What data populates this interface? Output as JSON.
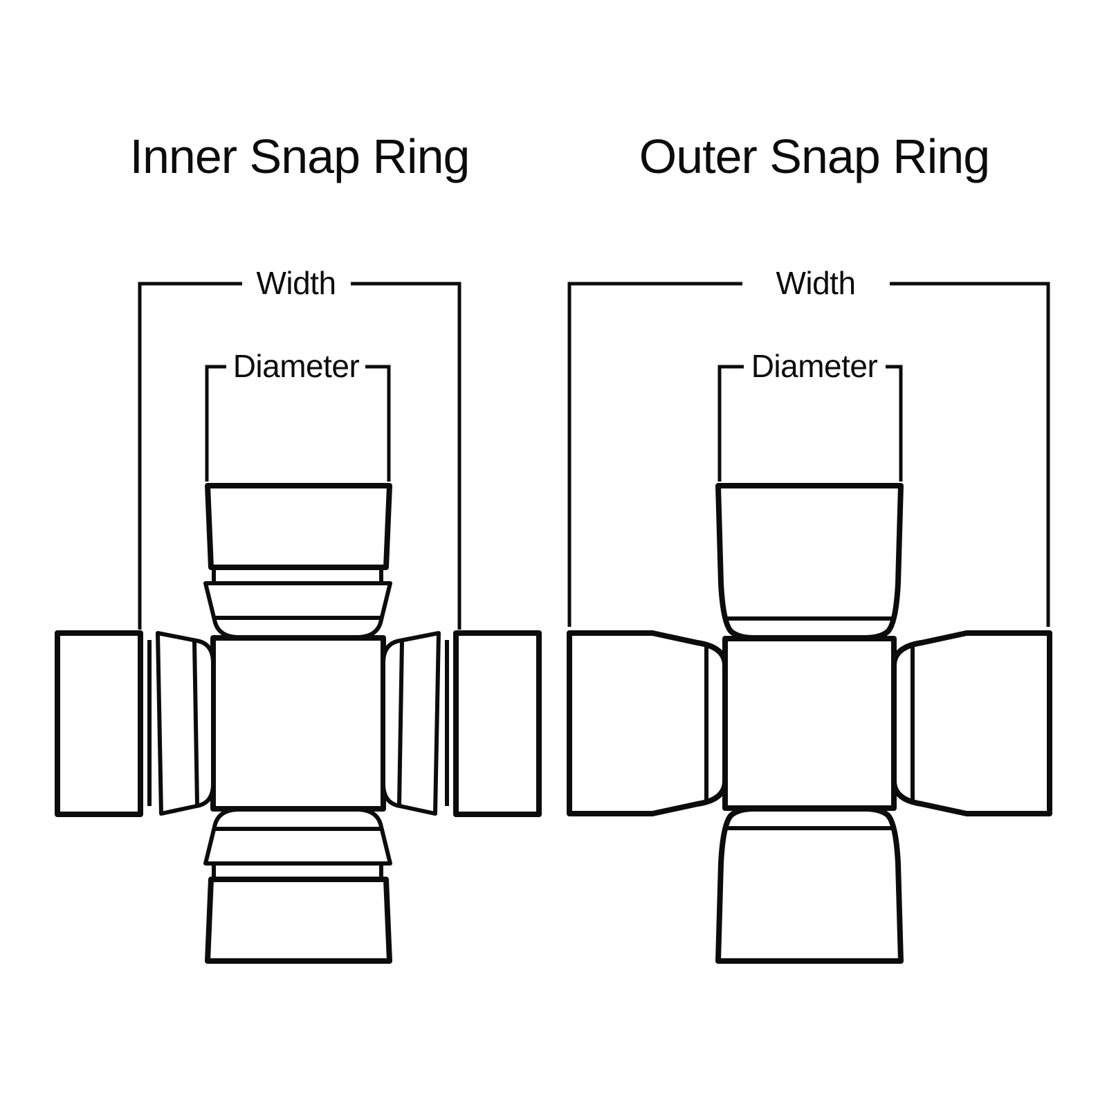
{
  "page": {
    "background_color": "#ffffff",
    "line_color": "#0c0c0c"
  },
  "diagrams": [
    {
      "id": "inner-snap-ring",
      "title": "Inner Snap Ring",
      "width_label": "Width",
      "diameter_label": "Diameter"
    },
    {
      "id": "outer-snap-ring",
      "title": "Outer Snap Ring",
      "width_label": "Width",
      "diameter_label": "Diameter"
    }
  ]
}
